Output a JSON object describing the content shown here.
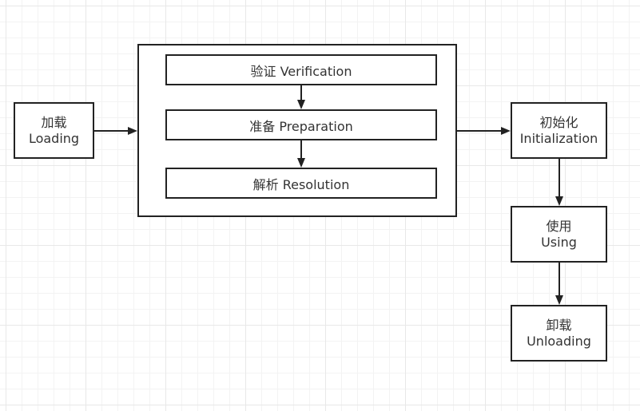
{
  "diagram": {
    "loading": {
      "line1": "加载",
      "line2": "Loading"
    },
    "linking": {
      "verification": "验证 Verification",
      "preparation": "准备 Preparation",
      "resolution": "解析 Resolution"
    },
    "initialization": {
      "line1": "初始化",
      "line2": "Initialization"
    },
    "using": {
      "line1": "使用",
      "line2": "Using"
    },
    "unloading": {
      "line1": "卸载",
      "line2": "Unloading"
    }
  },
  "colors": {
    "stroke": "#222222",
    "text": "#333333",
    "grid": "#e8e8e8"
  }
}
